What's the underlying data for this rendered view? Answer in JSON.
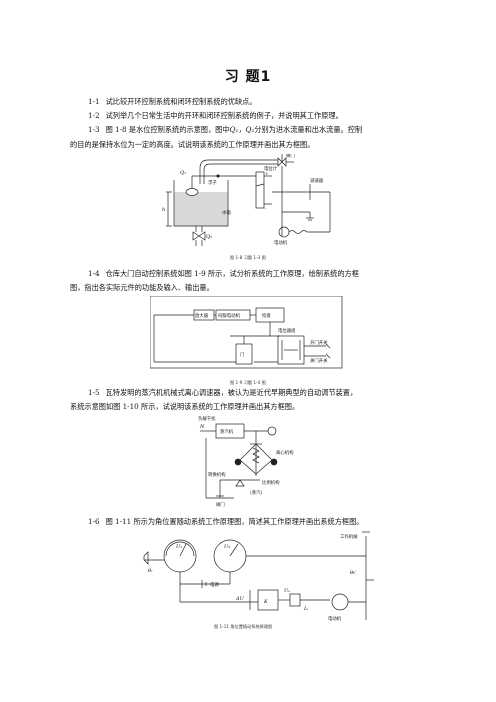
{
  "title": "习 题1",
  "q1": {
    "num": "1-1",
    "text": "试比较开环控制系统和闭环控制系统的优缺点。"
  },
  "q2": {
    "num": "1-2",
    "text": "试列举几个日常生活中的开环和闭环控制系统的例子，并说明其工作原理。"
  },
  "q3": {
    "num": "1-3",
    "text_a": "图 1-8 是水位控制系统的示意图，图中",
    "sym": "Q₁，Q₂",
    "text_b": "分别为进水流量和出水流量。控制",
    "text_c": "的目的是保持水位为一定的高度。试说明该系统的工作原理并画出其方框图。"
  },
  "fig18": {
    "caption": "图 1-8   习题 1-3 图",
    "labels": {
      "valve": "阀门",
      "float": "浮子",
      "pot": "电位计",
      "reducer": "减速器",
      "motor": "电动机",
      "q1": "Q₁",
      "q2": "Q₂",
      "h": "h",
      "s": "S",
      "storage": "水箱",
      "plus": "+",
      "minus": "-"
    }
  },
  "q4": {
    "num": "1-4",
    "text_a": "仓库大门自动控制系统如图 1-9 所示，试分析系统的工作原理，绘制系统的方框",
    "text_b": "图，指出各实际元件的功能及输入、输出量。"
  },
  "fig19": {
    "caption": "图 1-9   习题 1-4 图",
    "labels": {
      "amp": "放大器",
      "motor_unit": "伺服电动机",
      "winch": "绞盘",
      "pot_bridge": "电位器组",
      "open_sw": "开门开关",
      "close_sw": "关门开关",
      "door": "门"
    }
  },
  "q5": {
    "num": "1-5",
    "text_a": "瓦特发明的蒸汽机机械式离心调速器，被认为是近代早期典型的自动调节装置，",
    "text_b": "系统示意图如图 1-10 所示，试说明该系统的工作原理并画出其方框图。"
  },
  "fig110": {
    "labels": {
      "load": "负载干扰",
      "n": "N",
      "engine": "蒸汽机",
      "centrifugal": "离心机构",
      "lever": "转换机构",
      "ratio": "比例机构",
      "steam": "(蒸汽)",
      "valve": "阀门"
    }
  },
  "q6": {
    "num": "1-6",
    "text": "图 1-11 所示为角位置随动系统工作原理图，简述其工作原理并画出系统方框图。"
  },
  "fig111": {
    "caption": "图 1-11  角位置随动系统原理图",
    "labels": {
      "machine": "工作机械",
      "u1": "U₁",
      "u2": "U₂",
      "source": "电源",
      "du": "ΔU",
      "ub": "Uₐ",
      "ia": "Iₐ",
      "motor": "电动机",
      "theta_r": "θᵣ",
      "theta_c": "θc",
      "k": "K"
    }
  }
}
